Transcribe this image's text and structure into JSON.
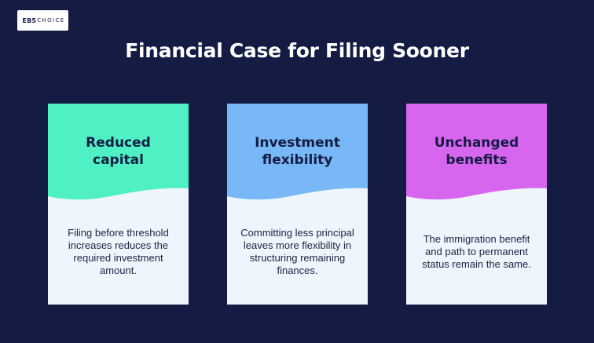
{
  "logo": {
    "strong_text": "EB5",
    "light_text": "CHOICE"
  },
  "title": "Financial Case for Filing Sooner",
  "cards": [
    {
      "heading": "Reduced capital",
      "body": "Filing before threshold increases reduces the required investment amount.",
      "color": "#4ff0c4"
    },
    {
      "heading": "Investment flexibility",
      "body": "Committing less principal leaves more flexibility in structuring remaining finances.",
      "color": "#78b8f6"
    },
    {
      "heading": "Unchanged benefits",
      "body": "The immigration benefit and path to permanent status remain the same.",
      "color": "#d766ee"
    }
  ],
  "colors": {
    "background": "#141c44",
    "card_body": "#eef5fc",
    "text_dark": "#141c44"
  }
}
